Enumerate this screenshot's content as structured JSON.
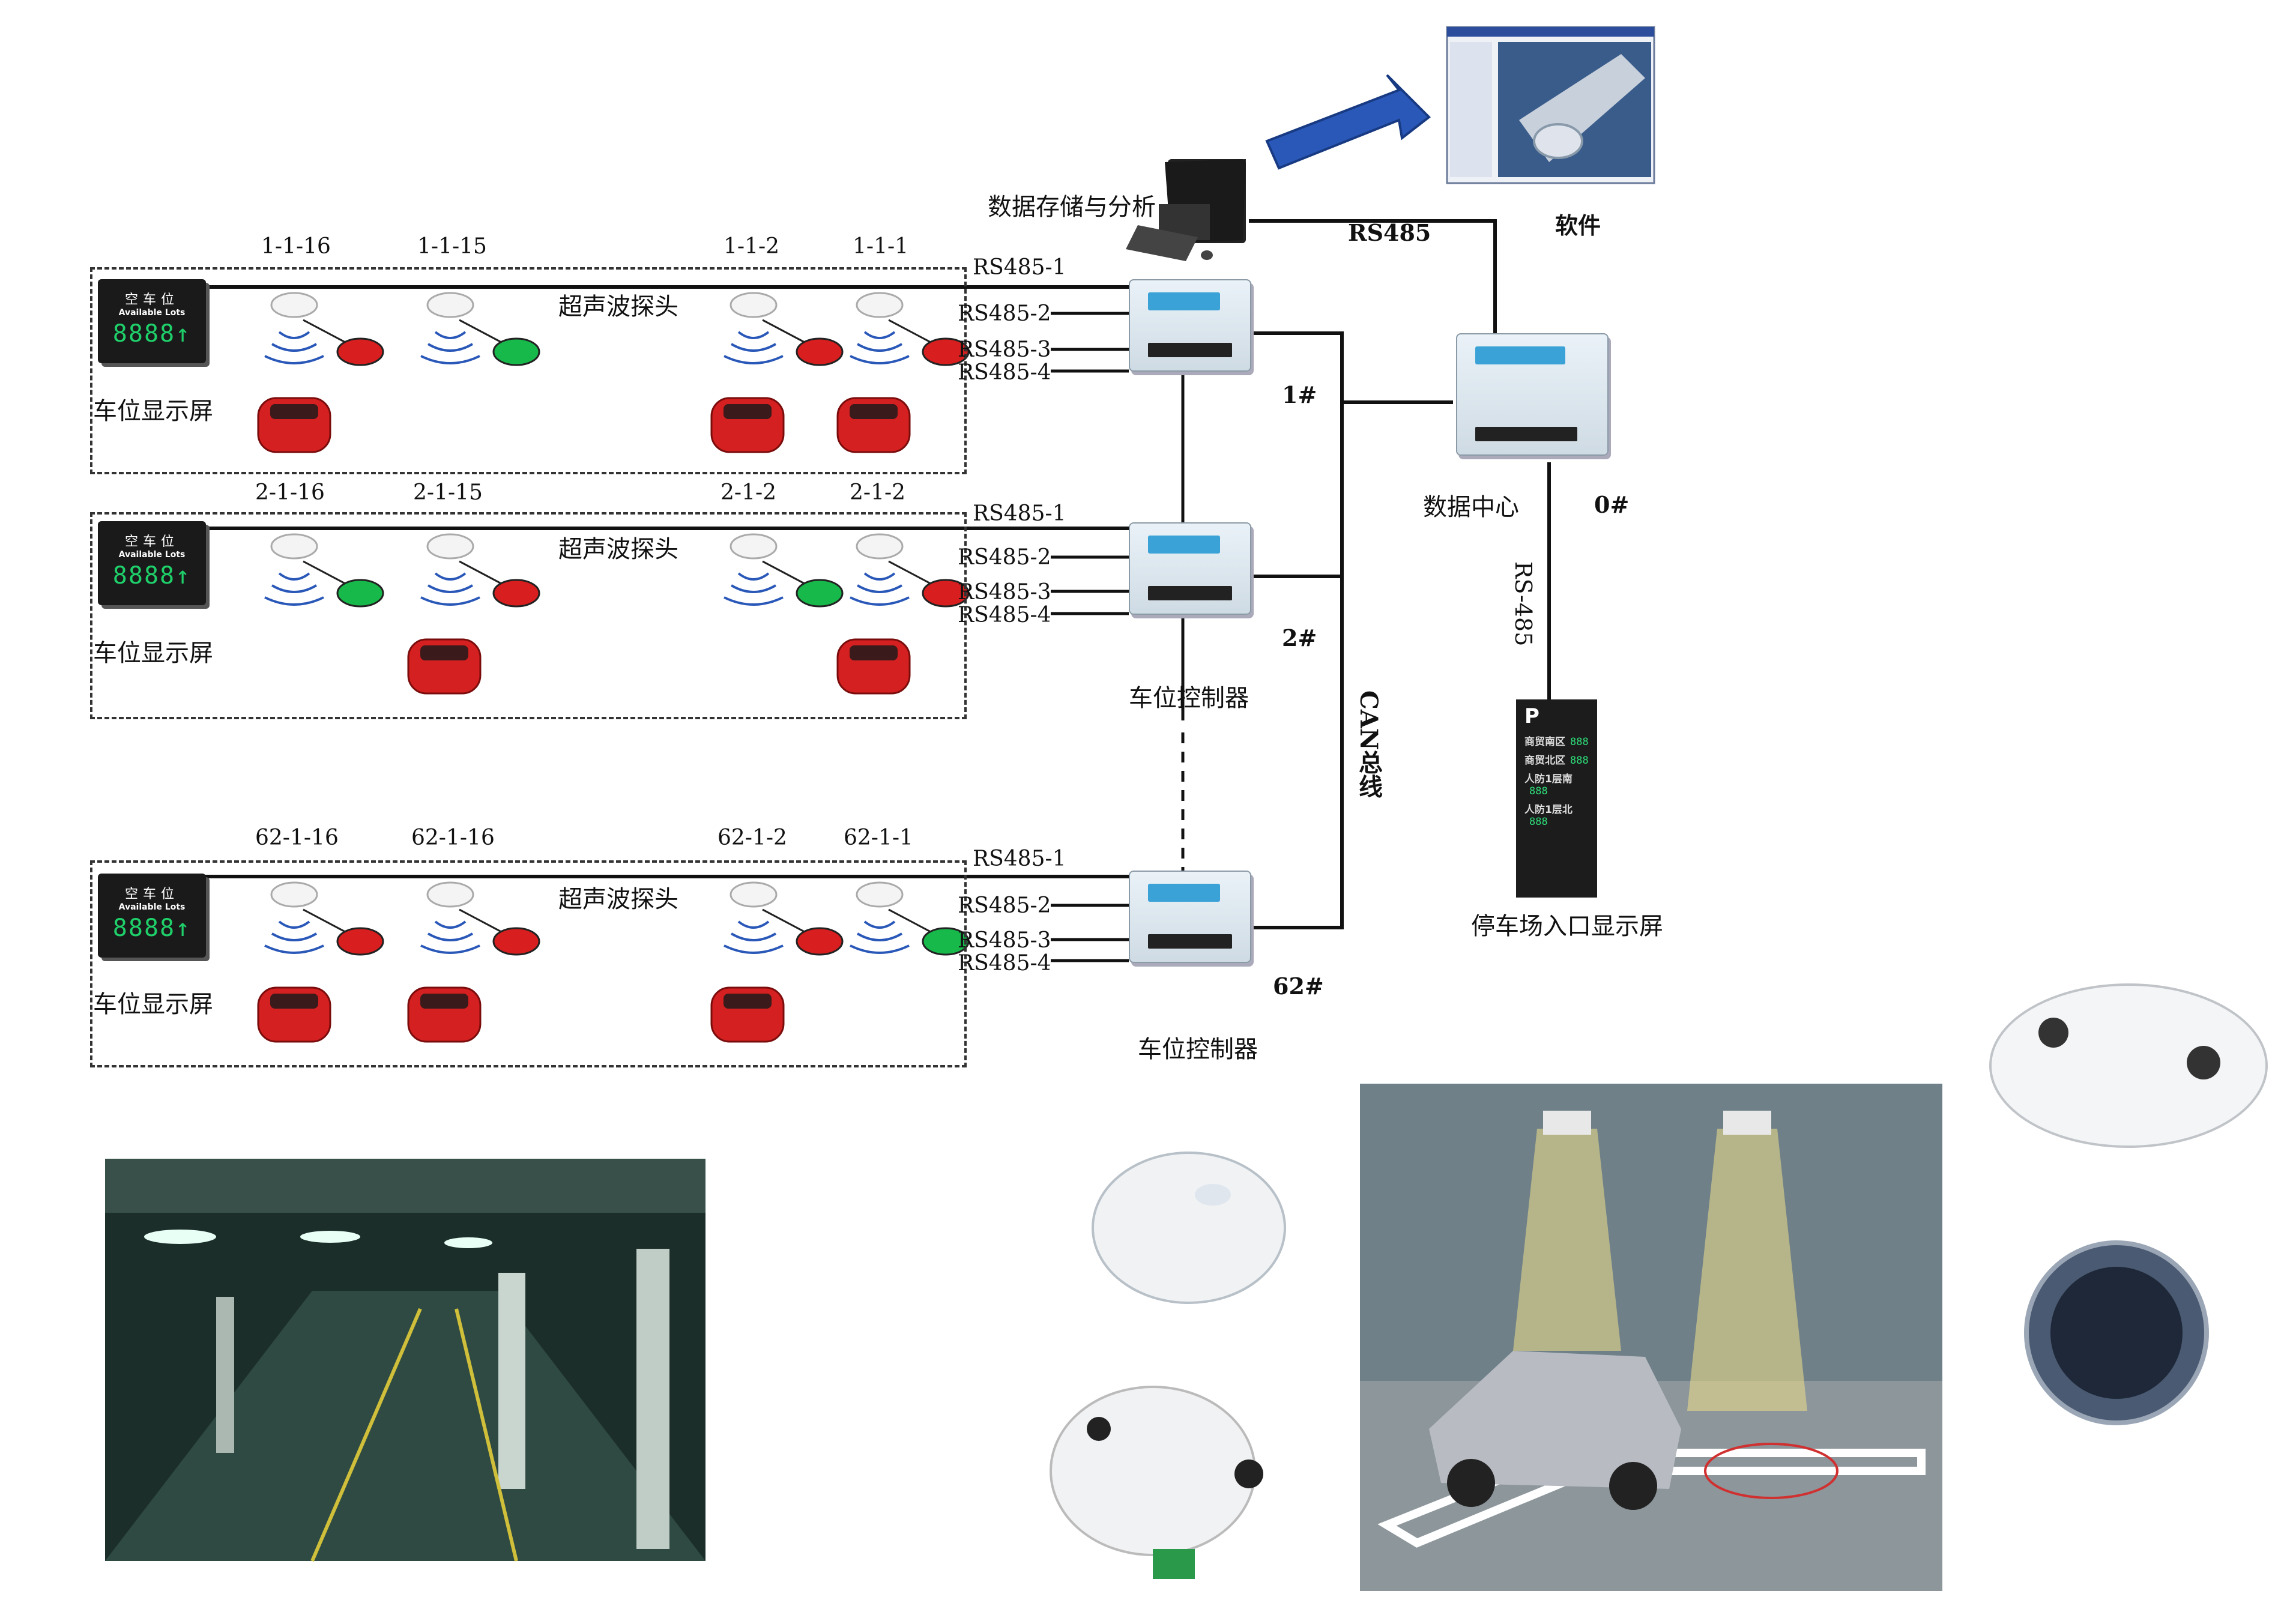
{
  "zones": [
    {
      "sensor_labels": [
        "1-1-16",
        "1-1-15",
        "1-1-2",
        "1-1-1"
      ],
      "probe_label": "超声波探头",
      "display_label": "车位显示屏",
      "ports": [
        "RS485-1",
        "RS485-2",
        "RS485-3",
        "RS485-4"
      ],
      "controller_id": "1#",
      "lights": [
        "red",
        "green",
        "red",
        "red"
      ]
    },
    {
      "sensor_labels": [
        "2-1-16",
        "2-1-15",
        "2-1-2",
        "2-1-2"
      ],
      "probe_label": "超声波探头",
      "display_label": "车位显示屏",
      "ports": [
        "RS485-1",
        "RS485-2",
        "RS485-3",
        "RS485-4"
      ],
      "controller_id": "2#",
      "lights": [
        "green",
        "red",
        "green",
        "red"
      ]
    },
    {
      "sensor_labels": [
        "62-1-16",
        "62-1-16",
        "62-1-2",
        "62-1-1"
      ],
      "probe_label": "超声波探头",
      "display_label": "车位显示屏",
      "ports": [
        "RS485-1",
        "RS485-2",
        "RS485-3",
        "RS485-4"
      ],
      "controller_id": "62#",
      "lights": [
        "red",
        "red",
        "red",
        "green"
      ]
    }
  ],
  "sign": {
    "line1": "空车位",
    "line2": "Available Lots",
    "digits": "8888↑"
  },
  "labels": {
    "storage": "数据存储与分析",
    "software": "软件",
    "rs485_top": "RS485",
    "data_center": "数据中心",
    "data_center_id": "0#",
    "rs485_vertical": "RS-485",
    "can_bus": "CAN总线",
    "controller_mid": "车位控制器",
    "controller_bottom": "车位控制器",
    "entrance_display": "停车场入口显示屏"
  },
  "entrance_panel": {
    "rows": [
      {
        "text": "商贸南区",
        "digits": "888"
      },
      {
        "text": "商贸北区",
        "digits": "888"
      },
      {
        "text": "人防1层南",
        "digits": "888"
      },
      {
        "text": "人防1层北",
        "digits": "888"
      }
    ]
  },
  "colors": {
    "red_light": "#d81e1e",
    "green_light": "#17b94a",
    "car": "#d42020",
    "arrow": "#2a58b8"
  }
}
